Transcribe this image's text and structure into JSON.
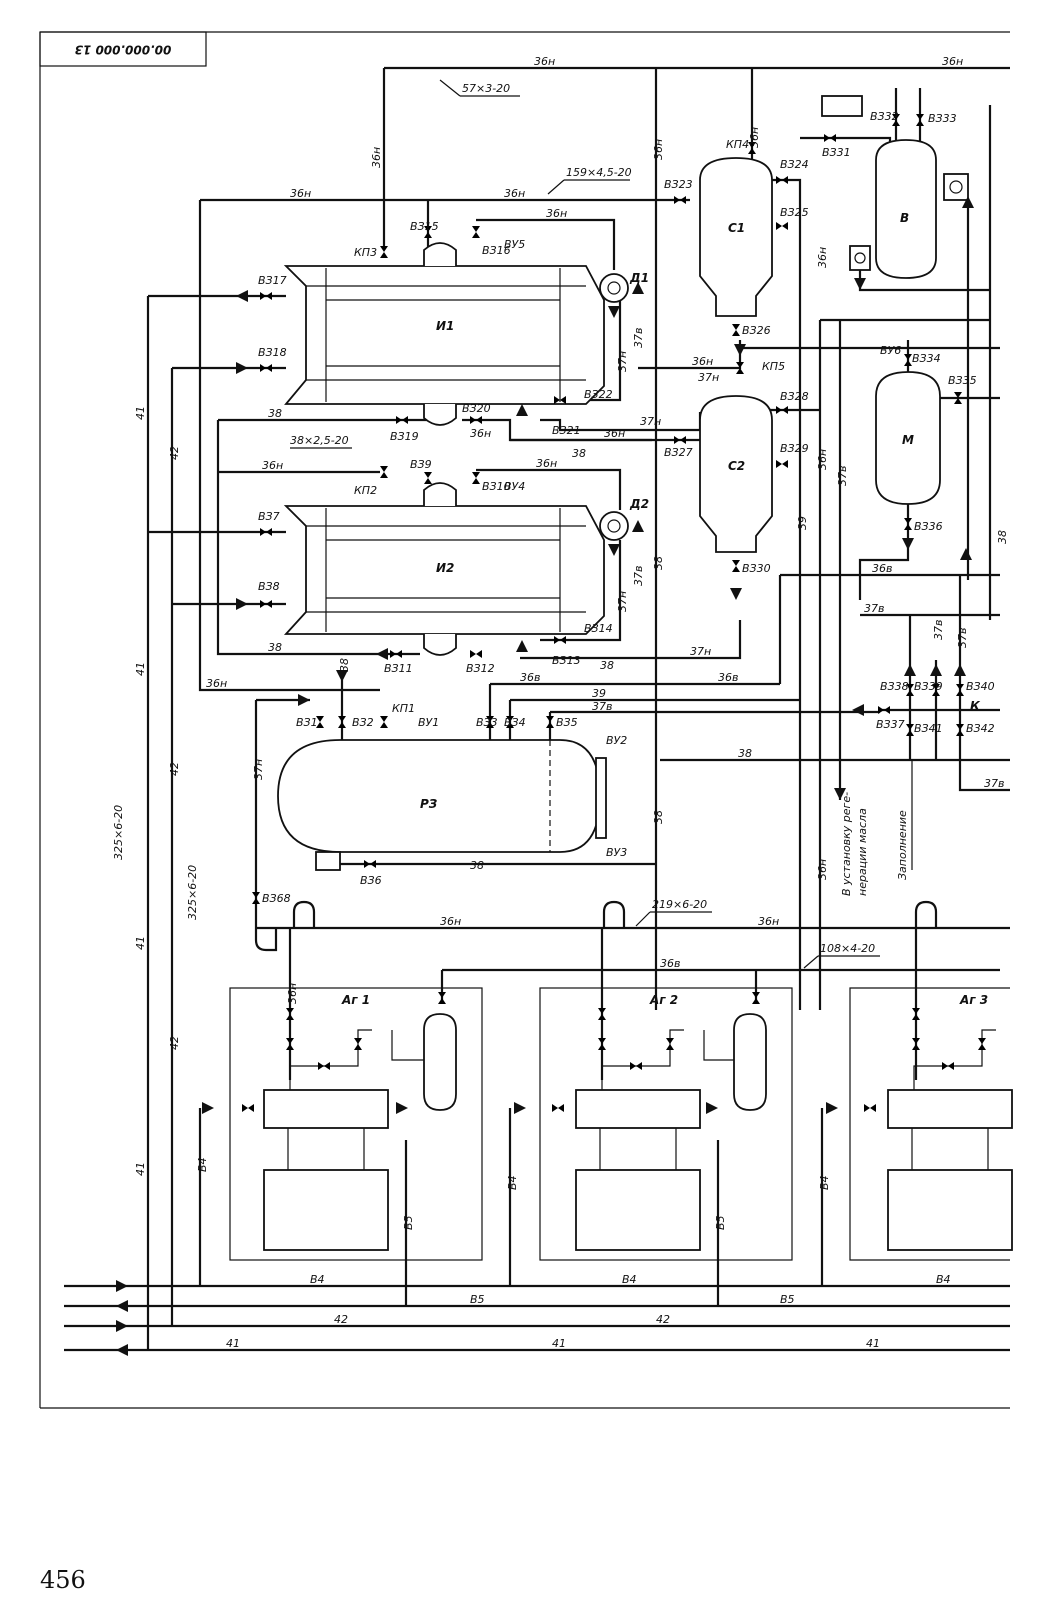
{
  "stamp": "00.000.000 13",
  "page_number": "456",
  "equipment": {
    "heater1": "И1",
    "heater2": "И2",
    "separator1": "С1",
    "separator2": "С2",
    "tank_v": "В",
    "tank_m": "М",
    "reservoir": "РЗ",
    "pump1": "Д1",
    "pump2": "Д2",
    "unit_k": "К",
    "unit1": "Аг 1",
    "unit2": "Аг 2",
    "unit3": "Аг 3"
  },
  "pipe_specs": {
    "top": "57×3-20",
    "heater_line": "159×4,5-20",
    "small_line": "38×2,5-20",
    "left_line1": "325×6-20",
    "left_line2": "325×6-20",
    "header": "219×6-20",
    "drain_header": "108×4-20"
  },
  "line_codes": {
    "l36n": "36н",
    "l37n": "37н",
    "l37v": "37в",
    "l36v": "36в",
    "l38": "38",
    "l39": "39",
    "l41": "41",
    "l42": "42",
    "l84": "В4",
    "l85": "В5"
  },
  "valves": {
    "v1": "ВЗ1",
    "v2": "ВЗ2",
    "v3": "ВЗ3",
    "v4": "ВЗ4",
    "v5": "ВЗ5",
    "v6": "ВЗ6",
    "v7": "ВЗ7",
    "v8": "ВЗ8",
    "v9": "ВЗ9",
    "v10": "ВЗ10",
    "v11": "ВЗ11",
    "v12": "ВЗ12",
    "v13": "ВЗ13",
    "v14": "ВЗ14",
    "v15": "ВЗ15",
    "v16": "ВЗ16",
    "v17": "ВЗ17",
    "v18": "ВЗ18",
    "v19": "ВЗ19",
    "v20": "ВЗ20",
    "v21": "ВЗ21",
    "v22": "ВЗ22",
    "v23": "ВЗ23",
    "v24": "ВЗ24",
    "v25": "ВЗ25",
    "v26": "ВЗ26",
    "v27": "ВЗ27",
    "v28": "ВЗ28",
    "v29": "ВЗ29",
    "v30": "ВЗ30",
    "v31": "ВЗ31",
    "v32": "ВЗ32",
    "v33": "ВЗ33",
    "v34": "ВЗ34",
    "v35": "ВЗ35",
    "v36": "ВЗ36",
    "v37": "ВЗ37",
    "v38": "ВЗ38",
    "v39": "ВЗ39",
    "v40": "ВЗ40",
    "v41": "ВЗ41",
    "v42": "ВЗ42",
    "v68": "ВЗ68"
  },
  "relief_valves": {
    "k1": "КП1",
    "k2": "КП2",
    "k3": "КП3",
    "k4": "КП4",
    "k5": "КП5"
  },
  "air_vents": {
    "a1": "ВУ1",
    "a2": "ВУ2",
    "a3": "ВУ3",
    "a4": "ВУ4",
    "a5": "ВУ5",
    "a6": "ВУ6"
  },
  "notes": {
    "to_regeneration_1": "В установку реге-",
    "to_regeneration_2": "нерации масла",
    "filling": "Заполнение"
  }
}
